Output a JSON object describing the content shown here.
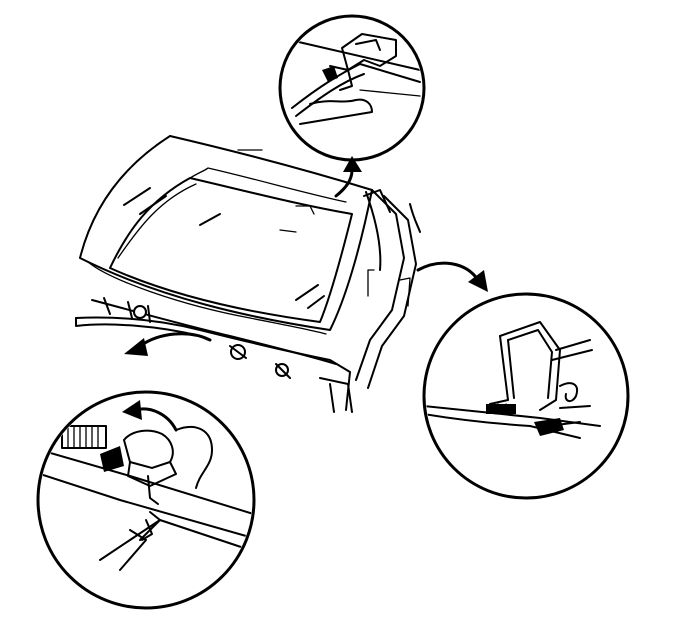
{
  "figure": {
    "kind": "technical-line-illustration",
    "subject": "windshield-assembly-with-detail-callouts",
    "colors": {
      "ink": "#000000",
      "paper": "#ffffff"
    },
    "callouts": [
      {
        "id": "top-detail",
        "icon": "clip-retainer-detail"
      },
      {
        "id": "right-detail",
        "icon": "molding-cross-section-detail"
      },
      {
        "id": "bottom-left-detail",
        "icon": "cowl-clip-detail"
      }
    ],
    "arrows": [
      "curved-arrow-up",
      "curved-arrow-right",
      "curved-arrow-left",
      "rotate-arrow"
    ]
  }
}
